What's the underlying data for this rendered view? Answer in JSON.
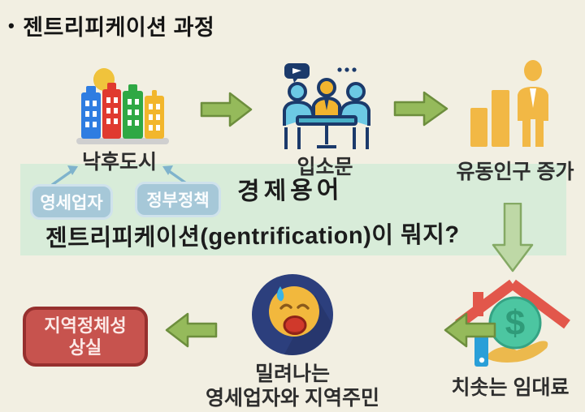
{
  "title": {
    "bullet": "•",
    "text": "젠트리피케이션 과정"
  },
  "process": {
    "steps": [
      {
        "label": "낙후도시",
        "icon": "city-icon"
      },
      {
        "label": "입소문",
        "icon": "meeting-icon"
      },
      {
        "label": "유동인구 증가",
        "icon": "population-chart-icon"
      },
      {
        "label": "치솟는 임대료",
        "icon": "house-money-icon"
      },
      {
        "label_line1": "밀려나는",
        "label_line2": "영세업자와 지역주민",
        "icon": "crying-face-icon"
      },
      {
        "label_line1": "지역정체성",
        "label_line2": "상실",
        "icon": "loss-box"
      }
    ]
  },
  "factors": [
    {
      "label": "영세업자"
    },
    {
      "label": "정부정책"
    }
  ],
  "annotation": {
    "category": "경제용어",
    "question": "젠트리피케이션(gentrification)이 뭐지?"
  },
  "colors": {
    "background": "#f2efe2",
    "band": "#d8ecd9",
    "arrow_green_fill": "#95ba5b",
    "arrow_green_border": "#6d8e3d",
    "arrow_down_fill": "#bed8a6",
    "arrow_down_border": "#84a964",
    "factor_box_fill": "#a6c8d8",
    "factor_box_border": "#cfe2ec",
    "factor_arrow_blue": "#7fb3cc",
    "red_box_fill": "#c7534e",
    "red_box_border": "#96302e",
    "emoji_circle": "#2c3f7d",
    "emoji_face": "#f2b83d",
    "coin_green": "#4cc6a1",
    "roof_red": "#e2574b",
    "bar_yellow": "#f2b845"
  }
}
